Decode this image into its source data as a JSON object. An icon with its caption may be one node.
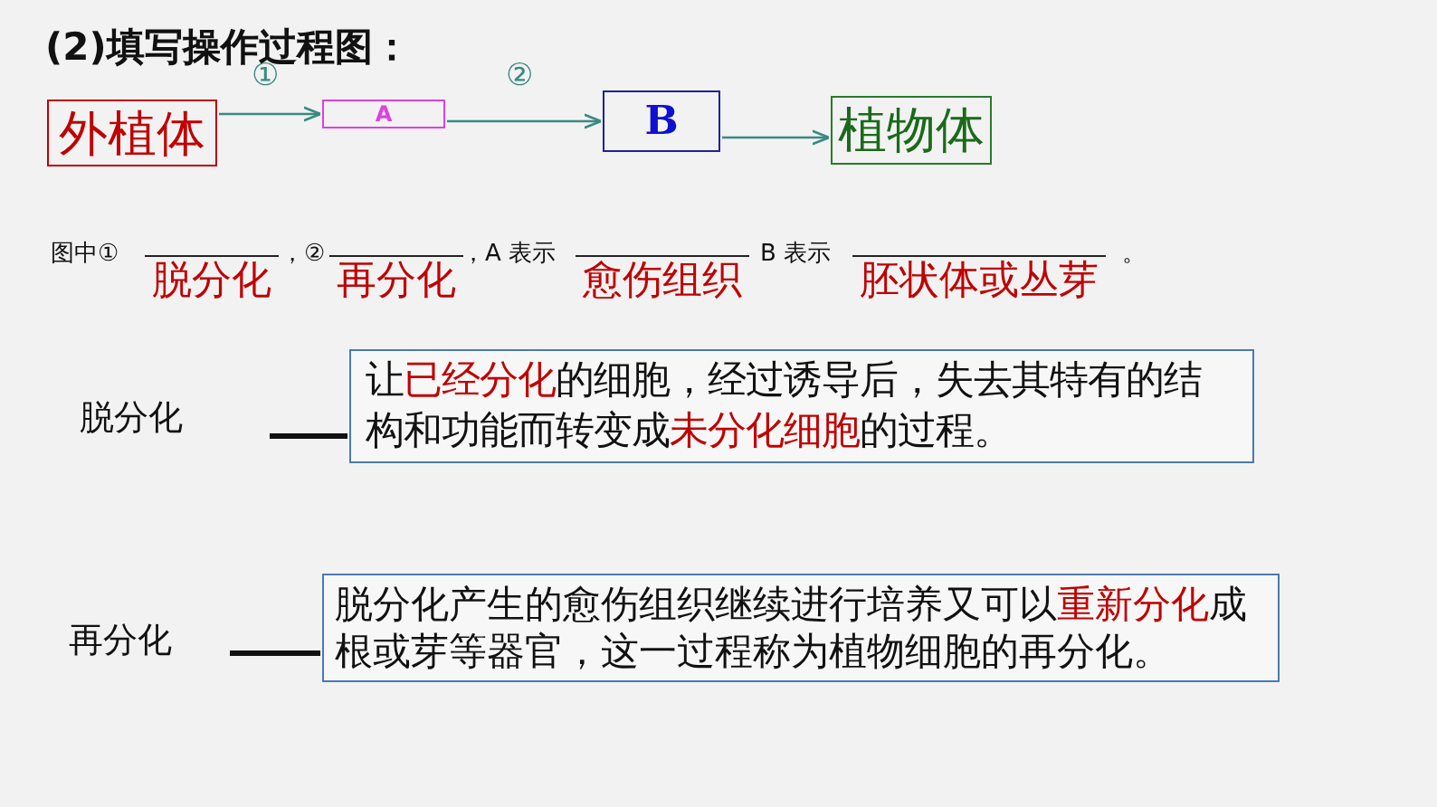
{
  "diagram": {
    "title": "(2)填写操作过程图：",
    "nodes": [
      {
        "text": [
          "外植体"
        ]
      },
      {
        "text": [
          "A"
        ]
      },
      {
        "text": [
          "B"
        ]
      },
      {
        "text": [
          "植物体"
        ]
      },
      {
        "text": [
          "脱分化"
        ]
      },
      {
        "text": [
          "让**已经分化**的细胞，经过诱导后，失去其特有的结构和功能而转变成**未分化细胞**的过程。"
        ]
      },
      {
        "text": [
          "再分化"
        ]
      },
      {
        "text": [
          "脱分化产生的愈伤组织继续进行培养又可以**重新分化**成根或芽等器官，这一过程称为植物细胞的再分化。"
        ]
      }
    ],
    "edges": [
      {
        "from": 0,
        "to": 1,
        "arrow": "to",
        "label": "①"
      },
      {
        "from": 1,
        "to": 2,
        "arrow": "to",
        "label": "②"
      },
      {
        "from": 2,
        "to": 3,
        "arrow": "to"
      },
      {
        "from": 4,
        "to": 5,
        "arrow": "none",
        "style": "thick",
        "color": "#111111"
      },
      {
        "from": 6,
        "to": 7,
        "arrow": "none",
        "style": "thick",
        "color": "#111111"
      }
    ],
    "labels": [
      "图中①",
      "脱分化",
      "，②",
      "再分化",
      "，A 表示",
      "愈伤组织",
      "B 表示",
      "胚状体或丛芽",
      "。"
    ]
  }
}
